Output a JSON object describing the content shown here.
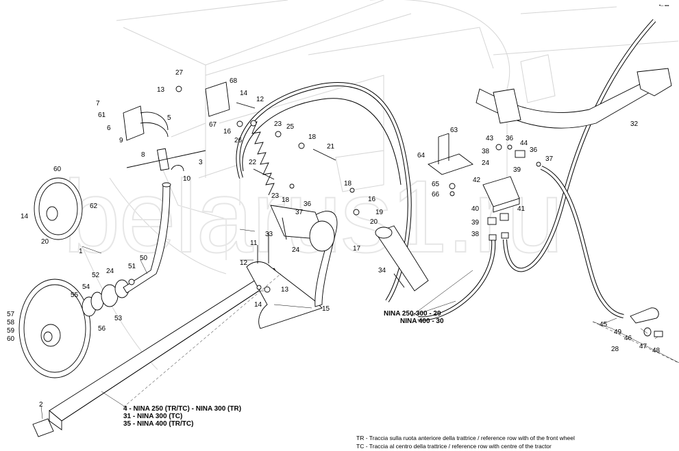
{
  "watermark": "belarus1.ru",
  "corner_mark": "•─ ▪▪▪",
  "callouts": {
    "c27": "27",
    "c13a": "13",
    "c68": "68",
    "c14a": "14",
    "c12a": "12",
    "c67": "67",
    "c7": "7",
    "c61": "61",
    "c6": "6",
    "c9": "9",
    "c5": "5",
    "c8": "8",
    "c3": "3",
    "c10": "10",
    "c16a": "16",
    "c23a": "23",
    "c25": "25",
    "c26": "26",
    "c18a": "18",
    "c21": "21",
    "c22": "22",
    "c23b": "23",
    "c18b": "18",
    "c36a": "36",
    "c37a": "37",
    "c24a": "24",
    "c18c": "18",
    "c16b": "16",
    "c19": "19",
    "c20a": "20",
    "c17": "17",
    "c60a": "60",
    "c62": "62",
    "c14b": "14",
    "c20b": "20",
    "c11": "11",
    "c33": "33",
    "c12b": "12",
    "c50": "50",
    "c51": "51",
    "c52": "52",
    "c24b": "24",
    "c54": "54",
    "c55": "55",
    "c53": "53",
    "c56": "56",
    "c57": "57",
    "c58": "58",
    "c59": "59",
    "c60b": "60",
    "c13b": "13",
    "c14c": "14",
    "c15": "15",
    "c34": "34",
    "c63": "63",
    "c64": "64",
    "c43": "43",
    "c36b": "36",
    "c44": "44",
    "c36c": "36",
    "c38a": "38",
    "c24c": "24",
    "c39a": "39",
    "c37b": "37",
    "c42": "42",
    "c65": "65",
    "c66": "66",
    "c40": "40",
    "c41": "41",
    "c39b": "39",
    "c38b": "38",
    "c32": "32",
    "c45": "45",
    "c49": "49",
    "c46": "46",
    "c47": "47",
    "c48": "48",
    "c28": "28",
    "c2": "2",
    "c1": "1"
  },
  "hose_legend": [
    "NINA 250-300 - 29",
    "NINA 400 - 30"
  ],
  "bar_legend": [
    "4  - NINA 250 (TR/TC) - NINA 300 (TR)",
    "31 - NINA 300 (TC)",
    "35 - NINA 400 (TR/TC)"
  ],
  "footnotes": [
    "TR - Traccia sulla ruota anteriore della trattrice / reference row with of the front wheel",
    "TC - Traccia al centro della trattrice  / reference row with centre of the tractor"
  ]
}
